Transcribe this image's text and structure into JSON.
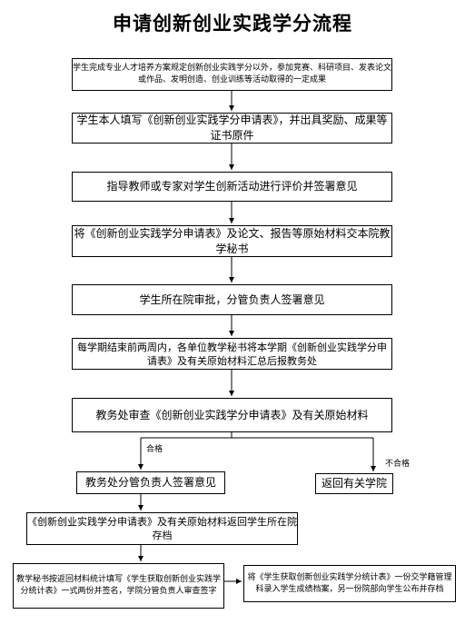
{
  "title": "申请创新创业实践学分流程",
  "steps": [
    "学生完成专业人才培养方案规定创新创业实践学分以外，参加竞赛、科研项目、发表论文或作品、发明创造、创业训练等活动取得的一定成果",
    "学生本人填写《创新创业实践学分申请表》，并出具奖励、成果等证书原件",
    "指导教师或专家对学生创新活动进行评价并签署意见",
    "将《创新创业实践学分申请表》及论文、报告等原始材料交本院教学秘书",
    "学生所在院审批，分管负责人签署意见",
    "每学期结束前两周内，各单位教学秘书将本学期《创新创业实践学分申请表》及有关原始材料汇总后报教务处",
    "教务处审查《创新创业实践学分申请表》及有关原始材料"
  ],
  "branch": {
    "pass_label": "合格",
    "fail_label": "不合格",
    "pass_box": "教务处分管负责人签署意见",
    "fail_box": "返回有关学院"
  },
  "after_pass": [
    "《创新创业实践学分申请表》及有关原始材料返回学生所在院存档",
    "教学秘书按返回材料统计填写《学生获取创新创业实践学分统计表》一式两份并签名，学院分管负责人审查签字",
    "将《学生获取创新创业实践学分统计表》一份交学籍管理科录入学生成绩档案，另一份院部向学生公布并存档"
  ]
}
